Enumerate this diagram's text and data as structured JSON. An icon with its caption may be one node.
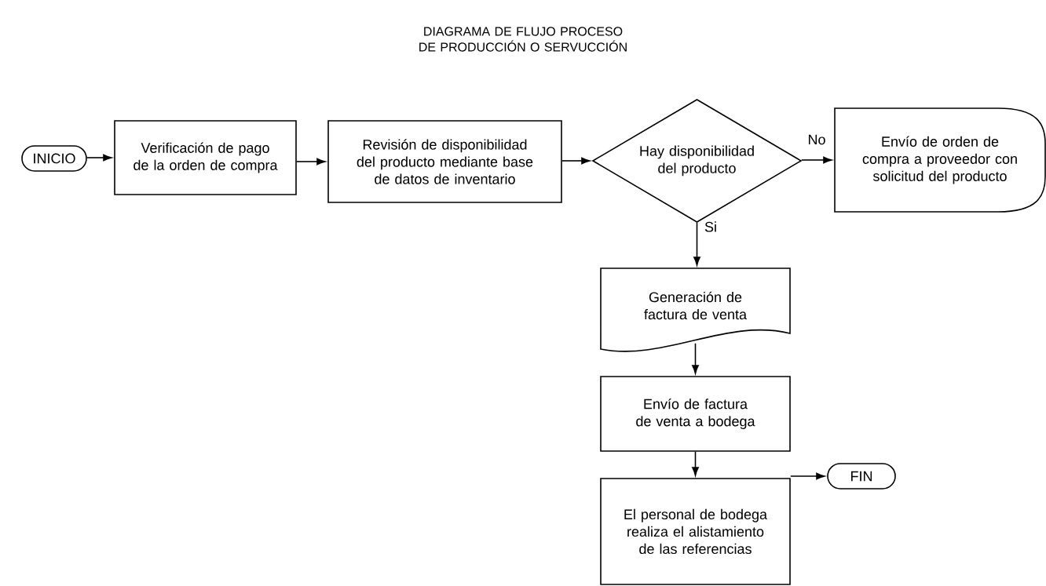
{
  "diagram": {
    "title": "DIAGRAMA DE FLUJO PROCESO DE PRODUCCIÓN O SERVUCCIÓN",
    "nodes": [
      {
        "text": [
          "INICIO"
        ]
      },
      {
        "text": [
          "Verificación de pago de la orden de compra"
        ]
      },
      {
        "text": [
          "Revisión de disponibilidad del producto mediante base de datos de inventario"
        ]
      },
      {
        "text": [
          "Hay disponibilidad del producto"
        ]
      },
      {
        "text": [
          "Envío de orden de compra a proveedor con solicitud del producto"
        ]
      },
      {
        "text": [
          "Generación de factura de venta"
        ]
      },
      {
        "text": [
          "Envío de factura de venta a bodega"
        ]
      },
      {
        "text": [
          "El personal de bodega realiza el alistamiento de las referencias"
        ]
      },
      {
        "text": [
          "FIN"
        ]
      }
    ],
    "edges": [
      {
        "from": 0,
        "to": 1,
        "arrow": "to"
      },
      {
        "from": 1,
        "to": 2,
        "arrow": "to"
      },
      {
        "from": 2,
        "to": 3,
        "arrow": "to"
      },
      {
        "from": 3,
        "to": 4,
        "arrow": "to",
        "label": "No"
      },
      {
        "from": 3,
        "to": 5,
        "arrow": "to",
        "label": "Si"
      },
      {
        "from": 5,
        "to": 6,
        "arrow": "to"
      },
      {
        "from": 6,
        "to": 7,
        "arrow": "to"
      },
      {
        "from": 7,
        "to": 8,
        "arrow": "to"
      }
    ]
  }
}
